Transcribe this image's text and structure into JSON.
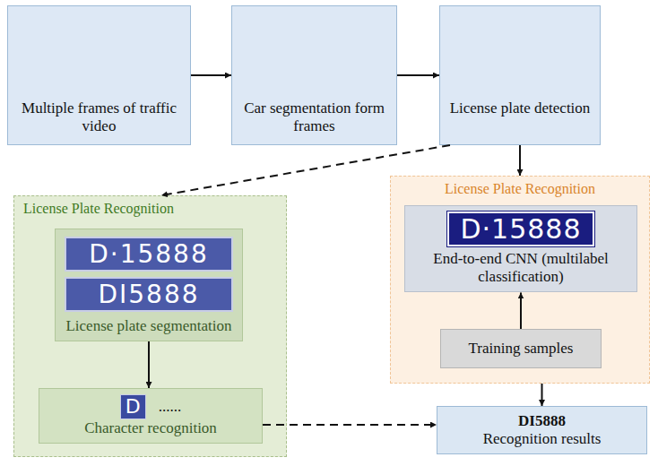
{
  "diagram": {
    "nodes": [
      {
        "text": [
          "Multiple frames of traffic video"
        ]
      },
      {
        "text": [
          "Car segmentation form frames"
        ]
      },
      {
        "text": [
          "License plate detection"
        ]
      },
      {
        "text": [
          "License Plate Recognition"
        ]
      },
      {
        "text": [
          "D·15888",
          "DI5888",
          "License plate segmentation"
        ],
        "in": 3
      },
      {
        "text": [
          "D",
          "......",
          "Character recognition"
        ],
        "in": 3
      },
      {
        "text": [
          "License Plate Recognition"
        ]
      },
      {
        "text": [
          "D·15888",
          "End-to-end CNN (multilabel classification)"
        ],
        "in": 6
      },
      {
        "text": [
          "Training samples"
        ],
        "in": 6
      },
      {
        "text": [
          "DI5888",
          "Recognition results"
        ]
      }
    ],
    "edges": [
      {
        "from": 0,
        "to": 1,
        "arrow": "to"
      },
      {
        "from": 1,
        "to": 2,
        "arrow": "to"
      },
      {
        "from": 2,
        "to": 3,
        "arrow": "to"
      },
      {
        "from": 2,
        "to": 6,
        "arrow": "to"
      },
      {
        "from": 4,
        "to": 5,
        "arrow": "to"
      },
      {
        "from": 8,
        "to": 7,
        "arrow": "to"
      },
      {
        "from": 5,
        "to": 9,
        "arrow": "to"
      },
      {
        "from": 6,
        "to": 9,
        "arrow": "to"
      }
    ]
  }
}
